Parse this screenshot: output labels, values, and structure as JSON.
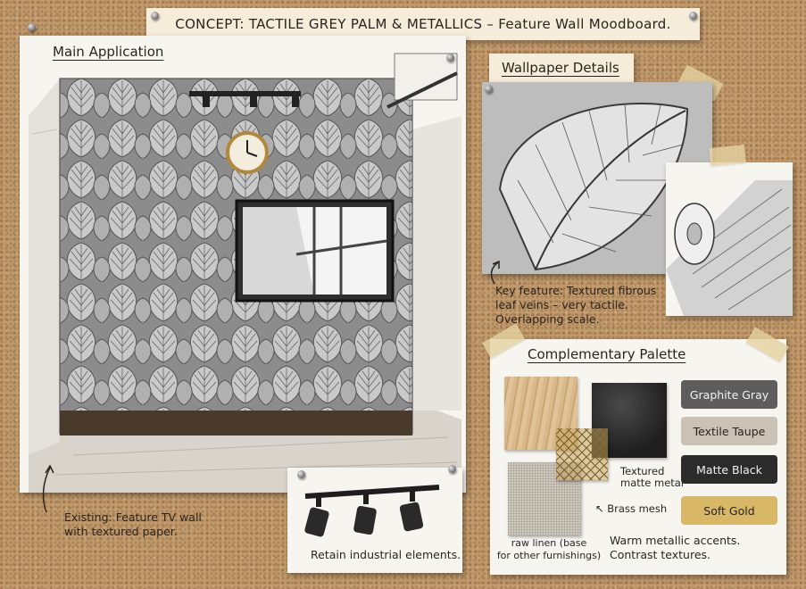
{
  "header": {
    "title": "CONCEPT: TACTILE GREY PALM & METALLICS – Feature Wall Moodboard."
  },
  "main_application": {
    "title": "Main Application",
    "caption_line1": "Existing: Feature TV wall",
    "caption_line2": "with textured paper."
  },
  "track_lights": {
    "caption": "Retain industrial elements."
  },
  "wallpaper_details": {
    "title": "Wallpaper Details",
    "note_line1": "Key feature: Textured fibrous",
    "note_line2": "leaf veins – very tactile.",
    "note_line3": "Overlapping scale."
  },
  "palette": {
    "title": "Complementary Palette",
    "swatches": {
      "metal_line1": "Textured",
      "metal_line2": "matte metal",
      "brass": "Brass mesh",
      "linen_line1": "raw linen (base",
      "linen_line2": "for other furnishings)"
    },
    "chips": [
      {
        "label": "Graphite Gray",
        "color": "#5d5d5d"
      },
      {
        "label": "Textile Taupe",
        "color": "#c9c2b5"
      },
      {
        "label": "Matte Black",
        "color": "#2b2b2b"
      },
      {
        "label": "Soft Gold",
        "color": "#d8b867"
      }
    ],
    "note_line1": "Warm metallic accents.",
    "note_line2": "Contrast textures."
  },
  "colors": {
    "board": "#c29a6b",
    "paper": "#f7f5f0",
    "banner": "#f5ecd9"
  }
}
